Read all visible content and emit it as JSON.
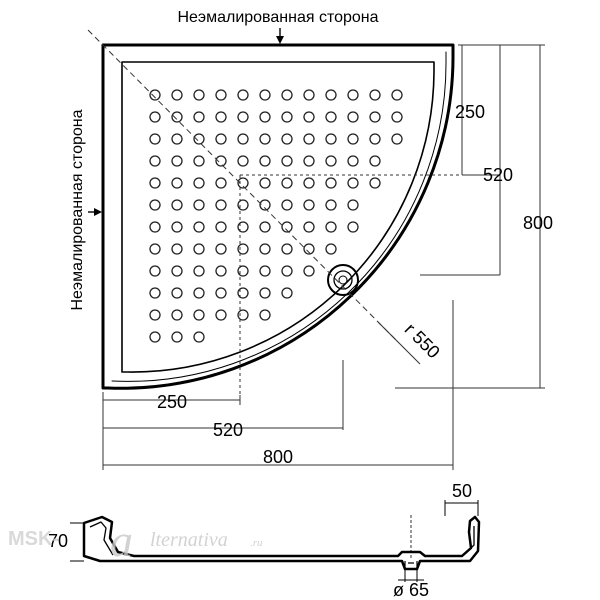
{
  "labels": {
    "top_side": "Неэмалированная сторона",
    "left_side": "Неэмалированная сторона",
    "radius": "r 550"
  },
  "dimensions": {
    "right_250": "250",
    "right_520": "520",
    "right_800": "800",
    "bottom_250": "250",
    "bottom_520": "520",
    "bottom_800": "800",
    "profile_height": "70",
    "profile_rim": "50",
    "drain_diameter": "ø 65"
  },
  "watermark": {
    "left": "MSK-",
    "right": "lternativa",
    "suffix": ".ru"
  },
  "colors": {
    "line": "#000000",
    "fill": "#ffffff",
    "guide": "#555555",
    "watermark": "#cccccc"
  }
}
